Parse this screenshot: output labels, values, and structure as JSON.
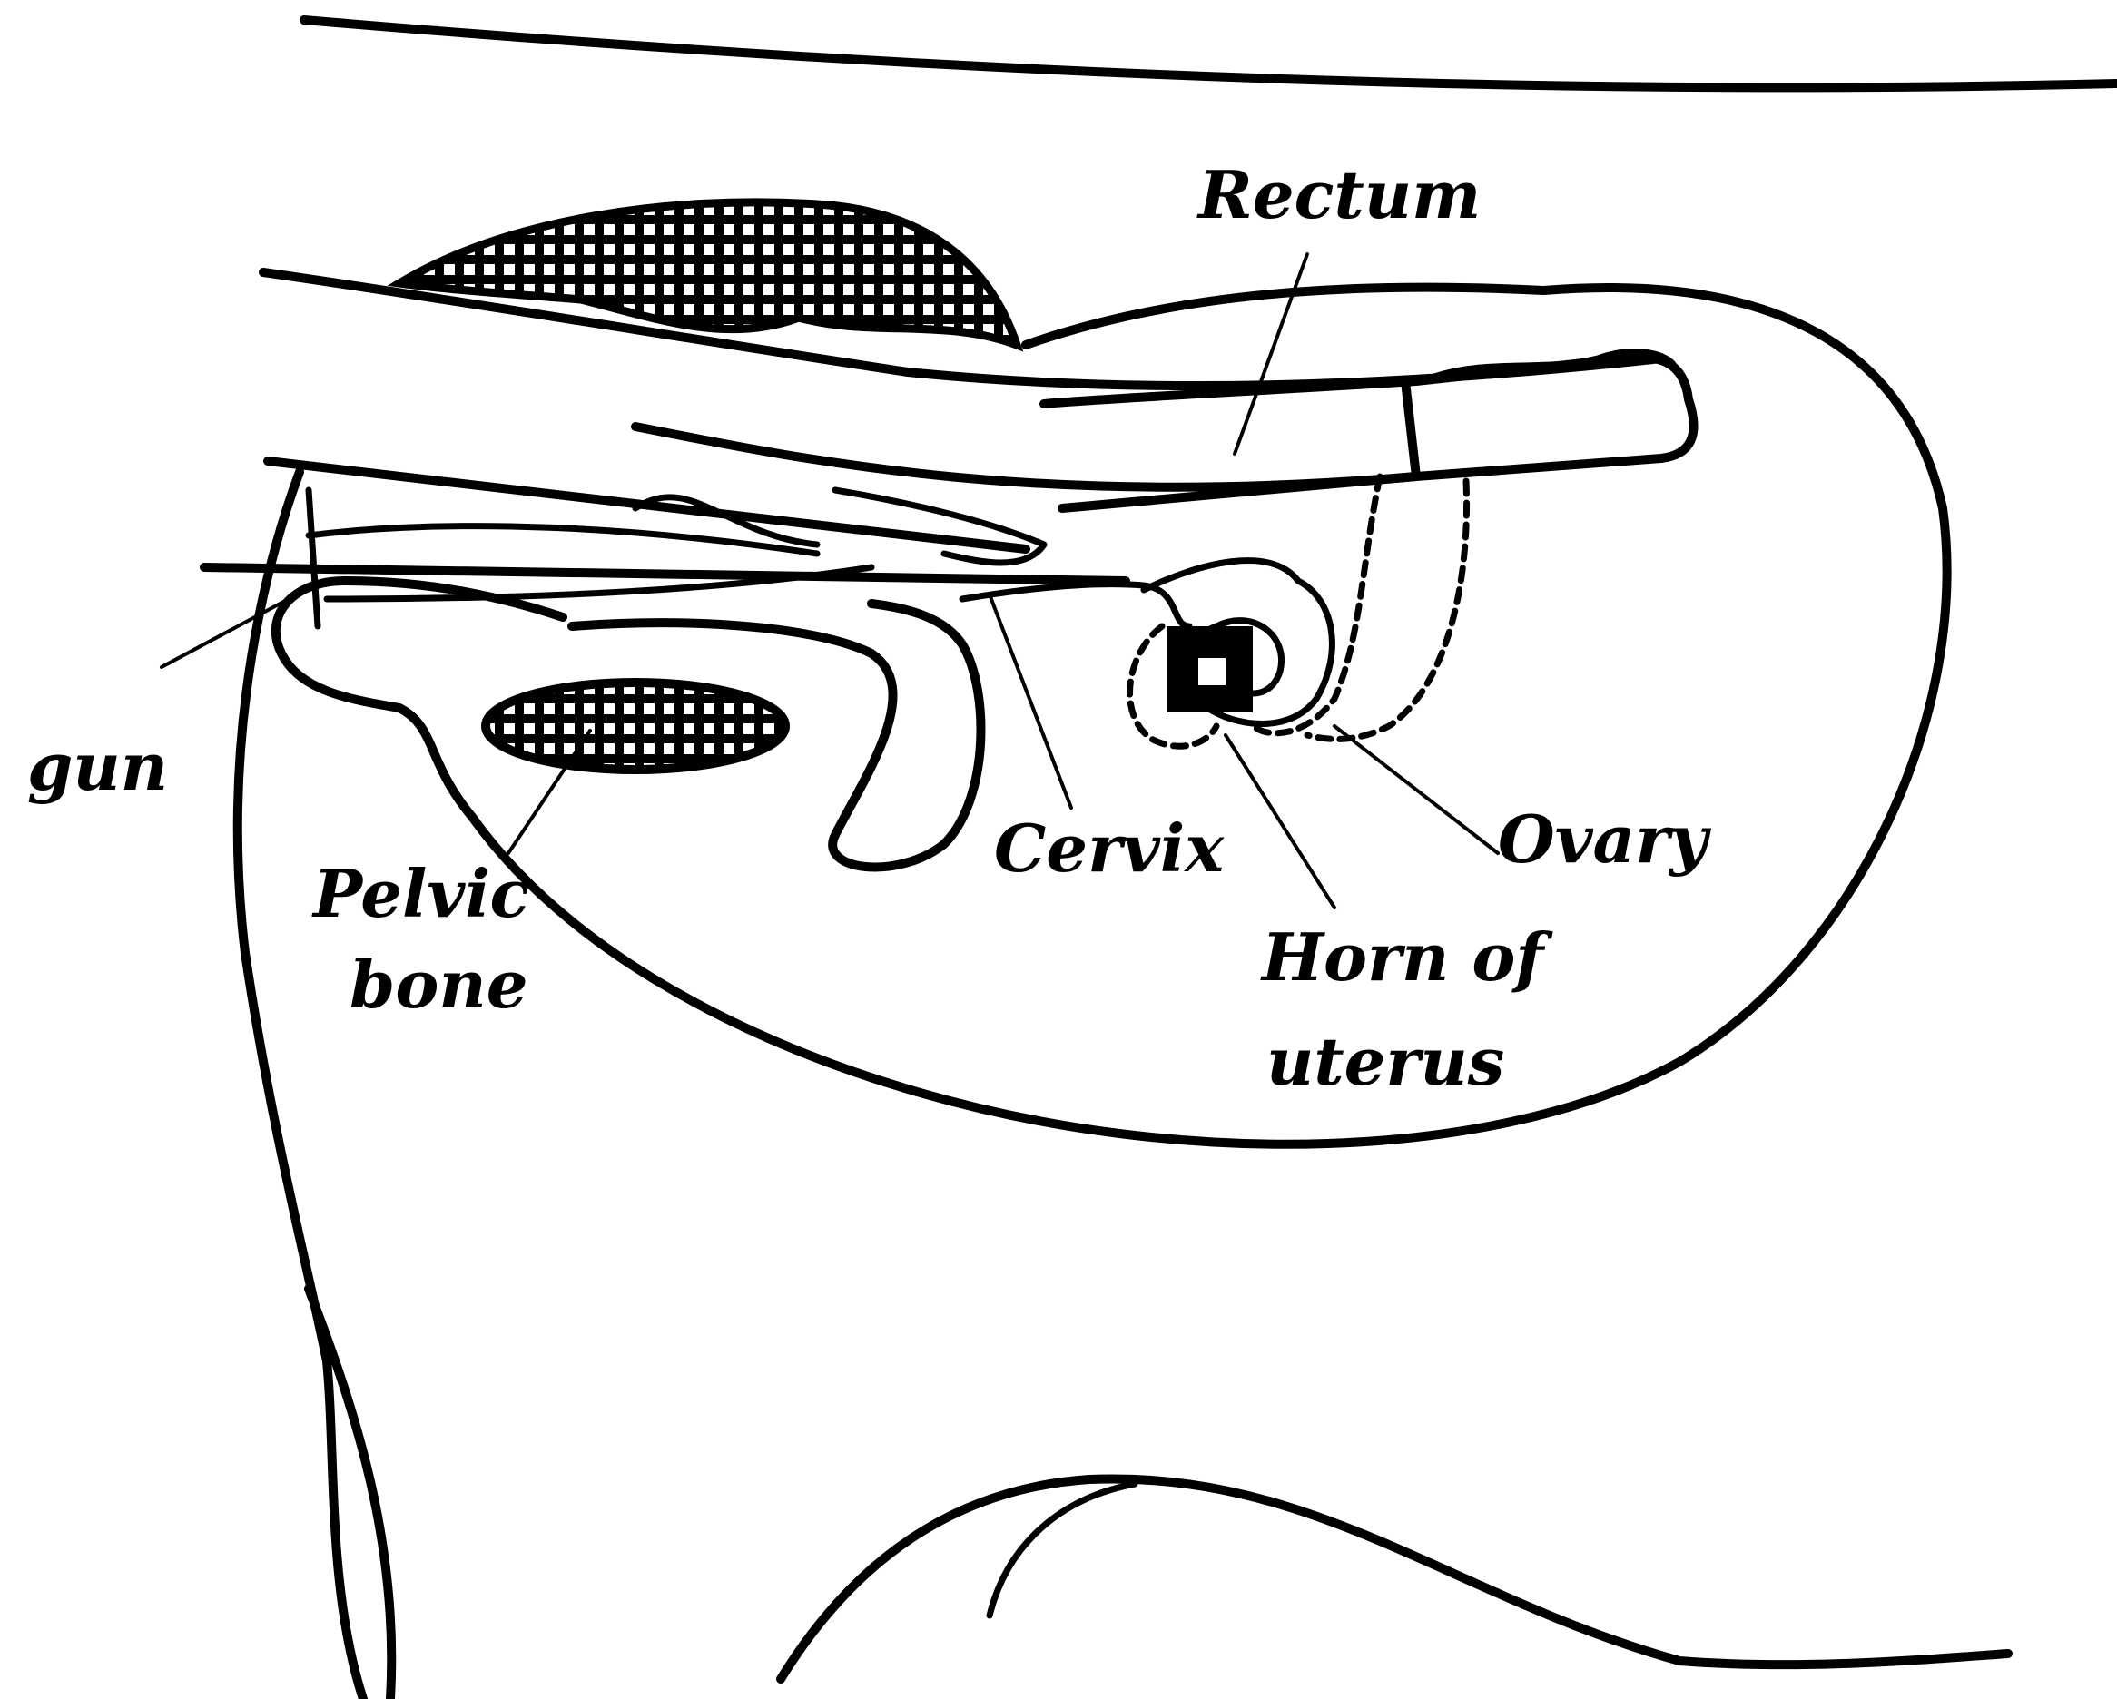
{
  "labels": {
    "rectum": "Rectum",
    "gun": "gun",
    "pelvic_bone_line1": "Pelvic",
    "pelvic_bone_line2": "bone",
    "cervix": "Cervix",
    "ovary": "Ovary",
    "horn_line1": "Horn of",
    "horn_line2": "uterus"
  },
  "colors": {
    "ink": "#000000",
    "background": "#ffffff"
  }
}
